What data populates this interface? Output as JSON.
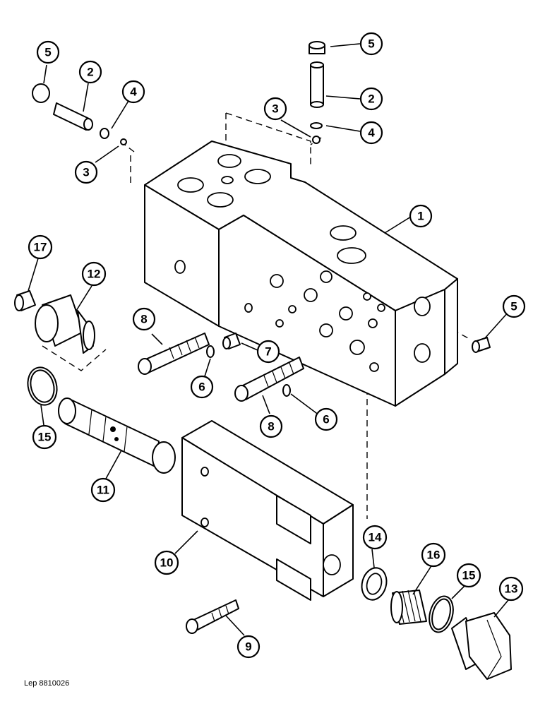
{
  "callouts": [
    {
      "id": "c5a",
      "label": "5"
    },
    {
      "id": "c2a",
      "label": "2"
    },
    {
      "id": "c4a",
      "label": "4"
    },
    {
      "id": "c3a",
      "label": "3"
    },
    {
      "id": "c5b",
      "label": "5"
    },
    {
      "id": "c2b",
      "label": "2"
    },
    {
      "id": "c3b",
      "label": "3"
    },
    {
      "id": "c4b",
      "label": "4"
    },
    {
      "id": "c1",
      "label": "1"
    },
    {
      "id": "c17",
      "label": "17"
    },
    {
      "id": "c12",
      "label": "12"
    },
    {
      "id": "c5c",
      "label": "5"
    },
    {
      "id": "c8a",
      "label": "8"
    },
    {
      "id": "c7",
      "label": "7"
    },
    {
      "id": "c6a",
      "label": "6"
    },
    {
      "id": "c8b",
      "label": "8"
    },
    {
      "id": "c6b",
      "label": "6"
    },
    {
      "id": "c15a",
      "label": "15"
    },
    {
      "id": "c11",
      "label": "11"
    },
    {
      "id": "c10",
      "label": "10"
    },
    {
      "id": "c14",
      "label": "14"
    },
    {
      "id": "c16",
      "label": "16"
    },
    {
      "id": "c15b",
      "label": "15"
    },
    {
      "id": "c13",
      "label": "13"
    },
    {
      "id": "c9",
      "label": "9"
    }
  ],
  "reference_code": "Lep 8810026"
}
